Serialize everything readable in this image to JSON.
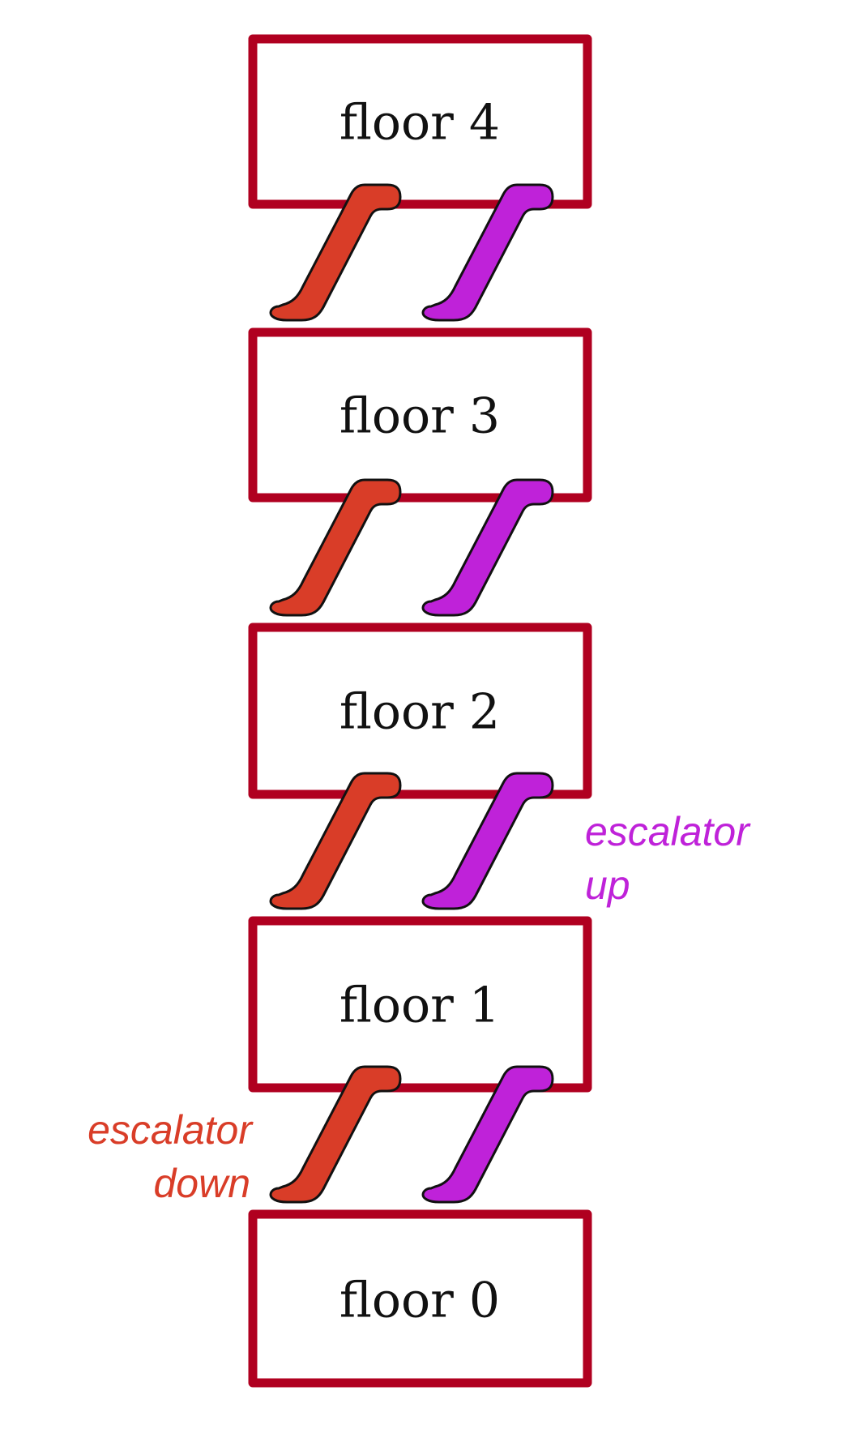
{
  "floors": [
    {
      "label": "floor 4"
    },
    {
      "label": "floor 3"
    },
    {
      "label": "floor 2"
    },
    {
      "label": "floor 1"
    },
    {
      "label": "floor 0"
    }
  ],
  "escalators": {
    "down": {
      "line1": "escalator",
      "line2": "down",
      "color": "#d93d28"
    },
    "up": {
      "line1": "escalator",
      "line2": "up",
      "color": "#bf22d9"
    }
  },
  "colors": {
    "floor_border": "#b00020",
    "outline": "#111111"
  }
}
